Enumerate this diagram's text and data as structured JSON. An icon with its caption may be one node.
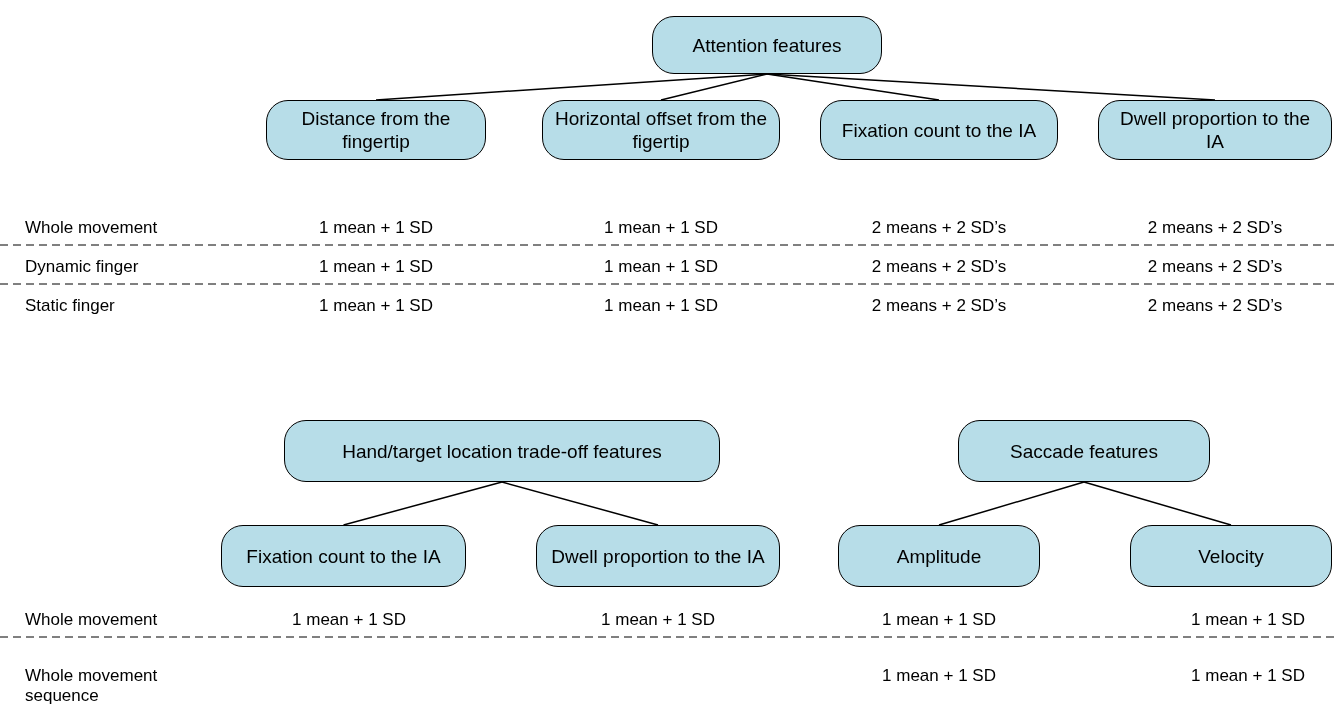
{
  "diagram": {
    "nodes": [
      {
        "text": [
          "Attention features"
        ]
      },
      {
        "text": [
          "Distance from the fingertip"
        ]
      },
      {
        "text": [
          "Horizontal offset from the figertip"
        ]
      },
      {
        "text": [
          "Fixation count to the IA"
        ]
      },
      {
        "text": [
          "Dwell proportion to the IA"
        ]
      },
      {
        "text": [
          "Hand/target location trade-off features"
        ]
      },
      {
        "text": [
          "Fixation count to the IA"
        ]
      },
      {
        "text": [
          "Dwell proportion to the IA"
        ]
      },
      {
        "text": [
          "Saccade features"
        ]
      },
      {
        "text": [
          "Amplitude"
        ]
      },
      {
        "text": [
          "Velocity"
        ]
      }
    ],
    "edges": [
      {
        "from": 0,
        "to": 1,
        "arrow": "none"
      },
      {
        "from": 0,
        "to": 2,
        "arrow": "none"
      },
      {
        "from": 0,
        "to": 3,
        "arrow": "none"
      },
      {
        "from": 0,
        "to": 4,
        "arrow": "none"
      },
      {
        "from": 5,
        "to": 6,
        "arrow": "none"
      },
      {
        "from": 5,
        "to": 7,
        "arrow": "none"
      },
      {
        "from": 8,
        "to": 9,
        "arrow": "none"
      },
      {
        "from": 8,
        "to": 10,
        "arrow": "none"
      }
    ],
    "labels": [
      "Whole movement",
      "1 mean + 1 SD",
      "1 mean + 1 SD",
      "2 means + 2 SD’s",
      "2 means + 2 SD’s",
      "Dynamic finger",
      "1 mean + 1 SD",
      "1 mean + 1 SD",
      "2 means + 2 SD’s",
      "2 means + 2 SD’s",
      "Static finger",
      "1 mean + 1 SD",
      "1 mean + 1 SD",
      "2 means + 2 SD’s",
      "2 means + 2 SD’s",
      "Whole movement",
      "1 mean + 1 SD",
      "1 mean + 1 SD",
      "1 mean + 1 SD",
      "1 mean + 1 SD",
      "Whole movement sequence",
      "1 mean + 1 SD",
      "1 mean + 1 SD"
    ]
  }
}
